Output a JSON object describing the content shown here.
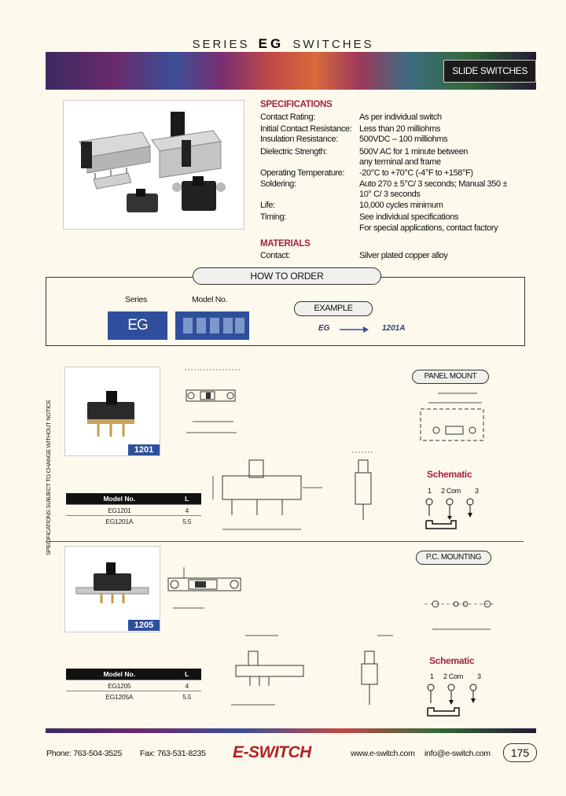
{
  "header": {
    "prefix": "SERIES",
    "code": "EG",
    "suffix": "SWITCHES",
    "banner_label": "SLIDE SWITCHES"
  },
  "specifications": {
    "heading": "SPECIFICATIONS",
    "rows": [
      {
        "label": "Contact Rating:",
        "value": "As per individual switch"
      },
      {
        "label": "Initial Contact Resistance:",
        "value": "Less than 20 milliohms"
      },
      {
        "label": "Insulation Resistance:",
        "value": "500VDC – 100 milliohms"
      },
      {
        "label": "Dielectric Strength:",
        "value": "500V AC for 1 minute between"
      },
      {
        "label": "",
        "value": "any terminal and frame"
      },
      {
        "label": "Operating Temperature:",
        "value": "-20°C to +70°C    (-4°F to +158°F)"
      },
      {
        "label": "Soldering:",
        "value": "Auto 270 ± 5°C/ 3 seconds; Manual 350 ±"
      },
      {
        "label": "",
        "value": "10° C/ 3 seconds"
      },
      {
        "label": "Life:",
        "value": "10,000 cycles minimum"
      },
      {
        "label": "Timing:",
        "value": "See individual specifications"
      },
      {
        "label": "",
        "value": "For special applications, contact factory"
      }
    ]
  },
  "materials": {
    "heading": "MATERIALS",
    "rows": [
      {
        "label": "Contact:",
        "value": "Silver plated copper alloy"
      }
    ]
  },
  "how_to_order": {
    "title": "HOW TO ORDER",
    "series_label": "Series",
    "model_label": "Model No.",
    "series_value": "EG",
    "example_label": "EXAMPLE",
    "example_series": "EG",
    "example_model": "1201A"
  },
  "side_note": "SPECIFICATIONS SUBJECT TO CHANGE WITHOUT NOTICE",
  "product_1201": {
    "tag": "1201",
    "mount_label": "PANEL MOUNT",
    "schematic_title": "Schematic",
    "schematic_terms": [
      "1",
      "2 Com",
      "3"
    ],
    "table_headers": [
      "Model No.",
      "L"
    ],
    "table_rows": [
      [
        "EG1201",
        "4"
      ],
      [
        "EG1201A",
        "5.5"
      ]
    ]
  },
  "product_1205": {
    "tag": "1205",
    "mount_label": "P.C. MOUNTING",
    "schematic_title": "Schematic",
    "schematic_terms": [
      "1",
      "2 Com",
      "3"
    ],
    "table_headers": [
      "Model No.",
      "L"
    ],
    "table_rows": [
      [
        "EG1205",
        "4"
      ],
      [
        "EG1205A",
        "5.5"
      ]
    ]
  },
  "footer": {
    "phone": "Phone:  763-504-3525",
    "fax": "Fax:  763-531-8235",
    "logo": "E-SWITCH",
    "website": "www.e-switch.com",
    "email": "info@e-switch.com",
    "page": "175"
  }
}
